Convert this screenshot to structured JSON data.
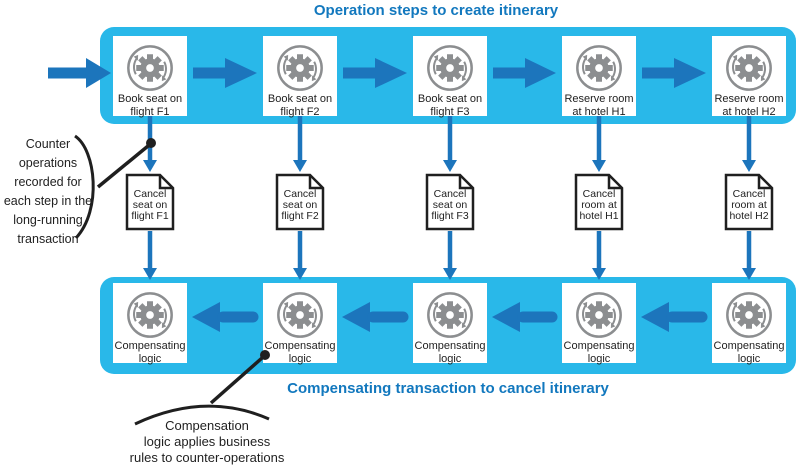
{
  "titles": {
    "top": "Operation steps to create itinerary",
    "bottom": "Compensating transaction to cancel itinerary"
  },
  "operation_steps": [
    {
      "label": "Book seat on\nflight F1"
    },
    {
      "label": "Book seat on\nflight F2"
    },
    {
      "label": "Book seat on\nflight F3"
    },
    {
      "label": "Reserve room\nat hotel H1"
    },
    {
      "label": "Reserve room\nat hotel H2"
    }
  ],
  "counter_operations": [
    {
      "label": "Cancel\nseat on\nflight F1"
    },
    {
      "label": "Cancel\nseat on\nflight F2"
    },
    {
      "label": "Cancel\nseat on\nflight F3"
    },
    {
      "label": "Cancel\nroom at\nhotel H1"
    },
    {
      "label": "Cancel\nroom at\nhotel H2"
    }
  ],
  "compensating_steps": [
    {
      "label": "Compensating\nlogic"
    },
    {
      "label": "Compensating\nlogic"
    },
    {
      "label": "Compensating\nlogic"
    },
    {
      "label": "Compensating\nlogic"
    },
    {
      "label": "Compensating\nlogic"
    }
  ],
  "annotations": {
    "left": "Counter\noperations\nrecorded for\neach step in the\nlong-running\ntransaction",
    "bottom": "Compensation\nlogic applies business\nrules to counter-operations"
  },
  "colors": {
    "band": "#29b8e9",
    "arrow": "#1c75bc",
    "title": "#1278be",
    "icon": "#8c8e90",
    "ink": "#1f1f1f"
  }
}
